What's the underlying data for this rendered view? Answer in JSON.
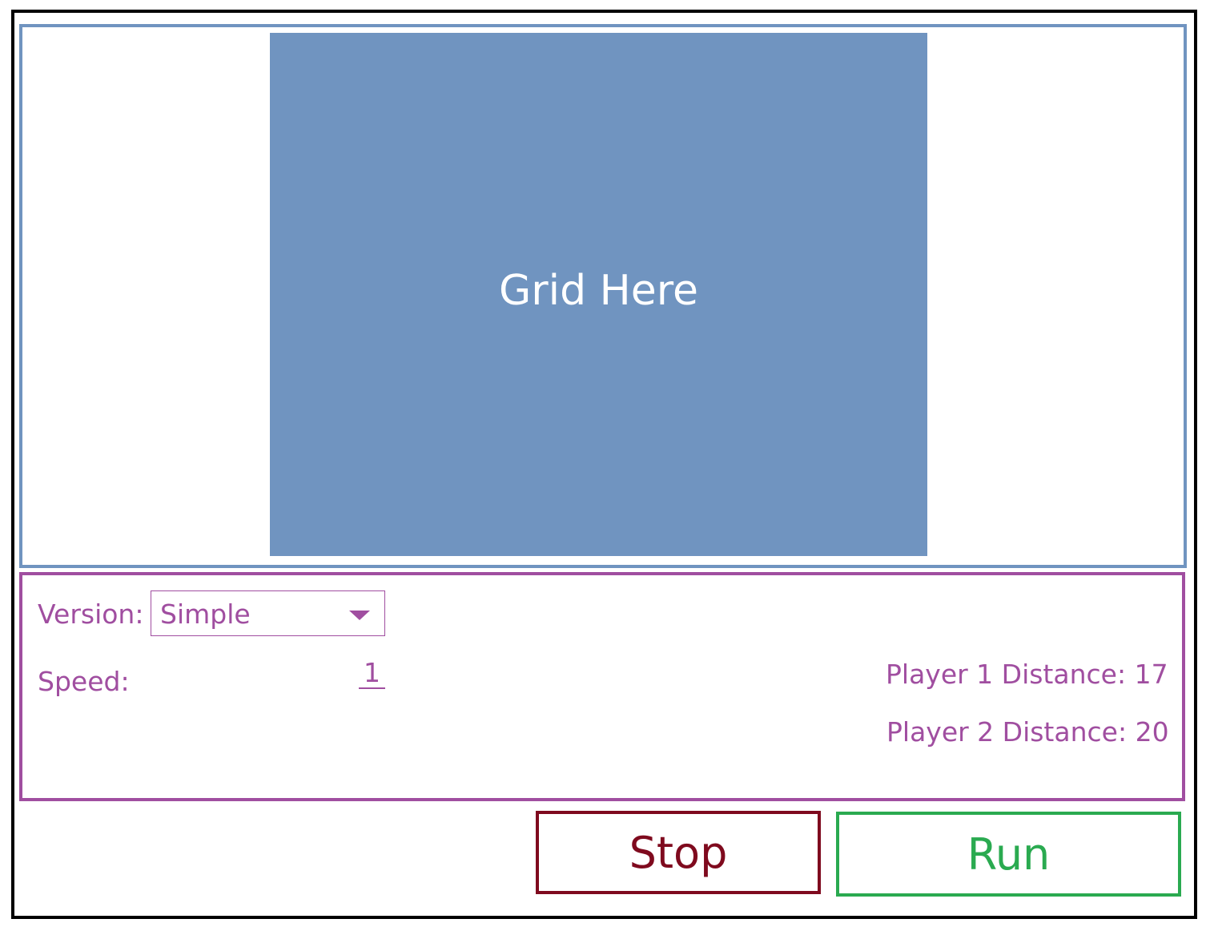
{
  "grid": {
    "placeholder_text": "Grid Here"
  },
  "controls": {
    "version_label": "Version:",
    "version_value": "Simple",
    "speed_label": "Speed:",
    "speed_value": "1",
    "player1_distance": "Player 1 Distance: 17",
    "player2_distance": "Player 2 Distance: 20"
  },
  "buttons": {
    "stop_label": "Stop",
    "run_label": "Run"
  },
  "colors": {
    "frame_border": "#000000",
    "grid_panel_border": "#7094c0",
    "grid_fill": "#7094c0",
    "controls_accent": "#a04ea0",
    "stop_color": "#7f0a1e",
    "run_color": "#2aaa50"
  },
  "icons": {
    "version_dropdown": "chevron-down-icon"
  }
}
